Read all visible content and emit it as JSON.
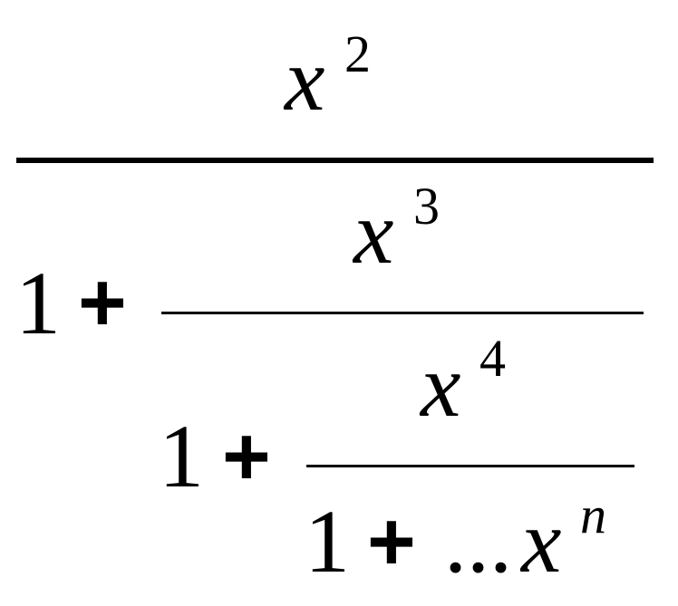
{
  "formula": {
    "top_numerator": {
      "base": "x",
      "exponent": "2"
    },
    "level1": {
      "one": "1",
      "plus": "+",
      "numerator": {
        "base": "x",
        "exponent": "3"
      }
    },
    "level2": {
      "one": "1",
      "plus": "+",
      "numerator": {
        "base": "x",
        "exponent": "4"
      }
    },
    "level3": {
      "one": "1",
      "plus": "+",
      "ellipsis": "...",
      "base": "x",
      "exponent": "n"
    }
  }
}
